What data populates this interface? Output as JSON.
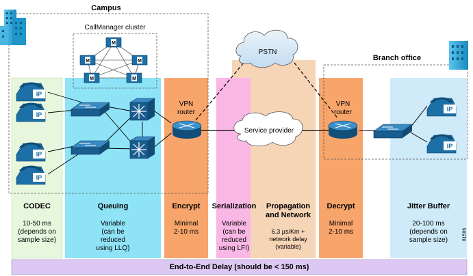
{
  "colors": {
    "codec": "#e6f7dd",
    "queuing": "#8fe3f7",
    "encrypt": "#f7a56b",
    "serialization": "#f9b6e6",
    "propagation": "#f6d4b6",
    "decrypt": "#f7a56b",
    "jitter": "#cfeaf8",
    "endToEnd": "#dcc8f2",
    "router": "#1d6fa8",
    "building": "#2aa3d6"
  },
  "labels": {
    "campus": "Campus",
    "callmanager": "CallManager cluster",
    "pstn": "PSTN",
    "branch": "Branch office",
    "vpn_router_left": "VPN\nrouter",
    "vpn_router_right": "VPN\nrouter",
    "service_provider": "Service provider",
    "cm_icon_letter": "M",
    "phone_label": "IP",
    "figure_number": "81506"
  },
  "stages": [
    {
      "id": "codec",
      "title": "CODEC",
      "desc": "10-50 ms\n(depends on\nsample size)"
    },
    {
      "id": "queuing",
      "title": "Queuing",
      "desc": "Variable\n(can be\nreduced\nusing LLQ)"
    },
    {
      "id": "encrypt",
      "title": "Encrypt",
      "desc": "Minimal\n2-10 ms"
    },
    {
      "id": "serialization",
      "title": "Serialization",
      "desc": "Variable\n(can be\nreduced\nusing LFI)"
    },
    {
      "id": "propagation",
      "title": "Propagation\nand Network",
      "desc": "6.3 µs/Km +\nnetwork delay\n(variable)"
    },
    {
      "id": "decrypt",
      "title": "Decrypt",
      "desc": "Minimal\n2-10 ms"
    },
    {
      "id": "jitter",
      "title": "Jitter Buffer",
      "desc": "20-100 ms\n(depends on\nsample size)"
    }
  ],
  "end_to_end": "End-to-End Delay (should be < 150 ms)"
}
